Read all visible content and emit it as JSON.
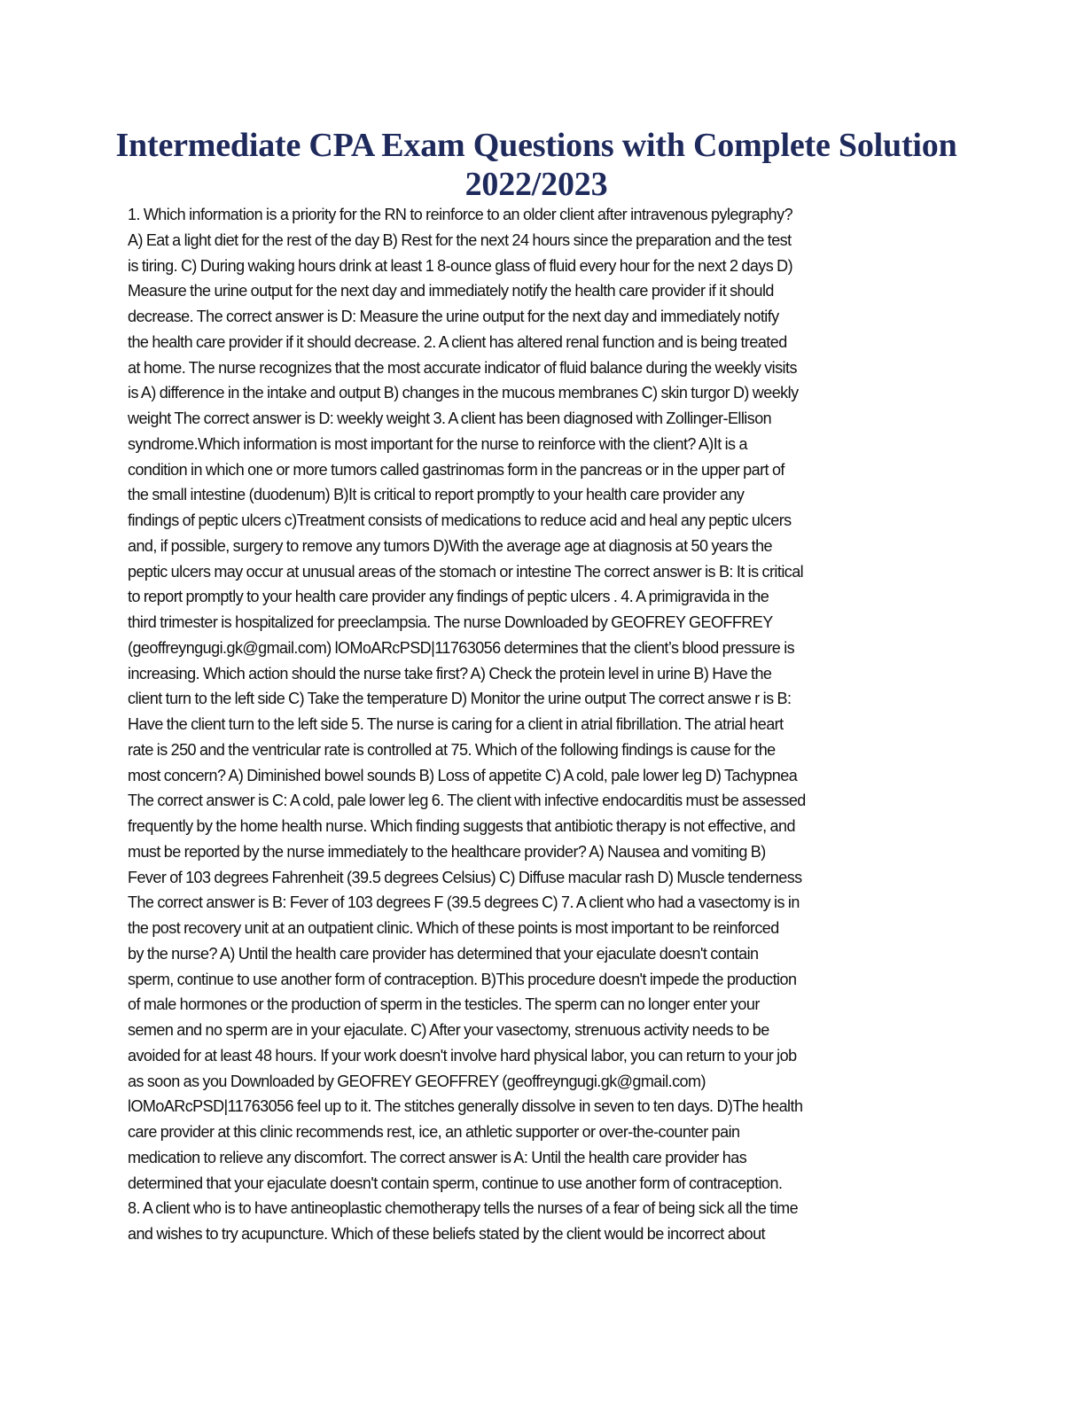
{
  "document": {
    "title_lines": [
      "Intermediate CPA Exam Questions with Complete Solution",
      "2022/2023"
    ],
    "colors": {
      "title": "#1f2a5c",
      "body_text": "#111111",
      "background": "#ffffff"
    },
    "body_lines": [
      "1. Which information is a priority for the RN to reinforce to an older client after intravenous pylegraphy?",
      "A) Eat a light diet for the rest of the day B) Rest for the next 24 hours since the preparation and the test",
      "is tiring. C) During waking hours drink at least 1 8-ounce glass of fluid every hour for the next 2 days D)",
      "Measure the urine output for the next day and immediately notify the health care provider if it should",
      "decrease. The correct answer is D: Measure the urine output for the next day and immediately notify",
      "the health care provider if it should decrease. 2. A client has altered renal function and is being treated",
      "at home. The nurse recognizes that the most accurate indicator of fluid balance during the weekly visits",
      "is A) difference in the intake and output B) changes in the mucous membranes C) skin turgor D) weekly",
      "weight The correct answer is D: weekly weight 3. A client has been diagnosed with Zollinger-Ellison",
      "syndrome.Which information is most important for the nurse to reinforce with the client? A)It is a",
      "condition in which one or more tumors called gastrinomas form in the pancreas or in the upper part of",
      "the small intestine (duodenum) B)It is critical to report promptly to your health care provider any",
      "findings of peptic ulcers c)Treatment consists of medications to reduce acid and heal any peptic ulcers",
      "and, if possible, surgery to remove any tumors D)With the average age at diagnosis at 50 years the",
      "peptic ulcers may occur at unusual areas of the stomach or intestine The correct answer is B: It is critical",
      "to report promptly to your health care provider any findings of peptic ulcers . 4. A primigravida in the",
      "third trimester is hospitalized for preeclampsia. The nurse Downloaded by GEOFREY GEOFFREY",
      "(geoffreyngugi.gk@gmail.com) lOMoARcPSD|11763056 determines that the client’s blood pressure is",
      "increasing. Which action should the nurse take first? A) Check the protein level in urine B) Have the",
      "client turn to the left side C) Take the temperature D) Monitor the urine output The correct answe r is B:",
      "Have the client turn to the left side 5. The nurse is caring for a client in atrial fibrillation. The atrial heart",
      "rate is 250 and the ventricular rate is controlled at 75. Which of the following findings is cause for the",
      "most concern? A) Diminished bowel sounds B) Loss of appetite C) A cold, pale lower leg D) Tachypnea",
      "The correct answer is C: A cold, pale lower leg 6. The client with infective endocarditis must be assessed",
      "frequently by the home health nurse. Which finding suggests that antibiotic therapy is not effective, and",
      "must be reported by the nurse immediately to the healthcare provider? A) Nausea and vomiting B)",
      "Fever of 103 degrees Fahrenheit (39.5 degrees Celsius) C) Diffuse macular rash D) Muscle tenderness",
      "The correct answer is B: Fever of 103 degrees F (39.5 degrees C) 7. A client who had a vasectomy is in",
      "the post recovery unit at an outpatient clinic. Which of these points is most important to be reinforced",
      "by the nurse? A) Until the health care provider has determined that your ejaculate doesn't contain",
      "sperm, continue to use another form of contraception. B)This procedure doesn't impede the production",
      "of male hormones or the production of sperm in the testicles. The sperm can no longer enter your",
      "semen and no sperm are in your ejaculate. C) After your vasectomy, strenuous activity needs to be",
      "avoided for at least 48 hours. If your work doesn't involve hard physical labor, you can return to your job",
      "as soon as you Downloaded by GEOFREY GEOFFREY (geoffreyngugi.gk@gmail.com)",
      "lOMoARcPSD|11763056 feel up to it. The stitches generally dissolve in seven to ten days. D)The health",
      "care provider at this clinic recommends rest, ice, an athletic supporter or over-the-counter pain",
      "medication to relieve any discomfort. The correct answer is A: Until the health care provider has",
      "determined that your ejaculate doesn't contain sperm, continue to use another form of contraception.",
      "8. A client who is to have antineoplastic chemotherapy tells the nurses of a fear of being sick all the time",
      "and wishes to try acupuncture. Which of these beliefs stated by the client would be incorrect about"
    ]
  }
}
